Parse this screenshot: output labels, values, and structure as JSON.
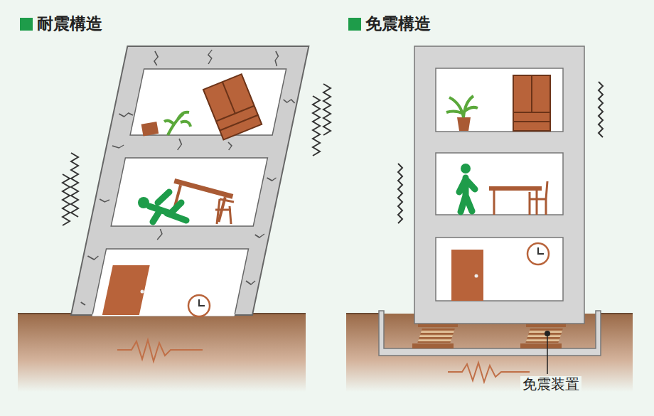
{
  "diagram": {
    "labels": [
      "耐震構造",
      "免震構造",
      "免震装置"
    ]
  }
}
